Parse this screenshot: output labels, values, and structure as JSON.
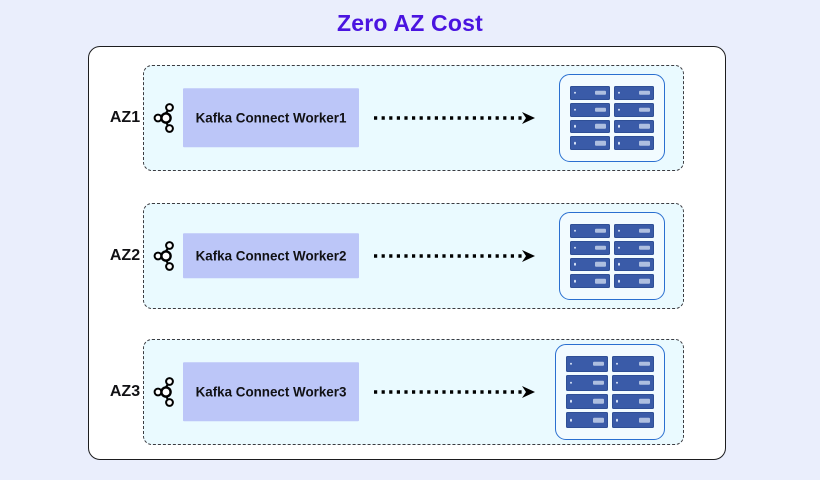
{
  "title": "Zero AZ Cost",
  "colors": {
    "page_background": "#eaeefc",
    "title": "#4a14e0",
    "zone_fill": "#eafaff",
    "zone_border": "#3c3c41",
    "worker_fill": "#bcc6f8",
    "rack_border": "#2a6fd0",
    "server_unit": "#3a5ba8",
    "outer_border": "#1d1d1f"
  },
  "zones": [
    {
      "label": "AZ1",
      "kafka_icon": "kafka-logo-icon",
      "worker_label": "Kafka Connect Worker1",
      "arrow": "dotted-arrow-right-icon",
      "rack": {
        "icon": "server-rack-icon",
        "unit_count": 8,
        "columns": 2,
        "rows": 4
      }
    },
    {
      "label": "AZ2",
      "kafka_icon": "kafka-logo-icon",
      "worker_label": "Kafka Connect Worker2",
      "arrow": "dotted-arrow-right-icon",
      "rack": {
        "icon": "server-rack-icon",
        "unit_count": 8,
        "columns": 2,
        "rows": 4
      }
    },
    {
      "label": "AZ3",
      "kafka_icon": "kafka-logo-icon",
      "worker_label": "Kafka Connect Worker3",
      "arrow": "dotted-arrow-right-icon",
      "rack": {
        "icon": "server-rack-icon",
        "unit_count": 8,
        "columns": 2,
        "rows": 4
      }
    }
  ]
}
